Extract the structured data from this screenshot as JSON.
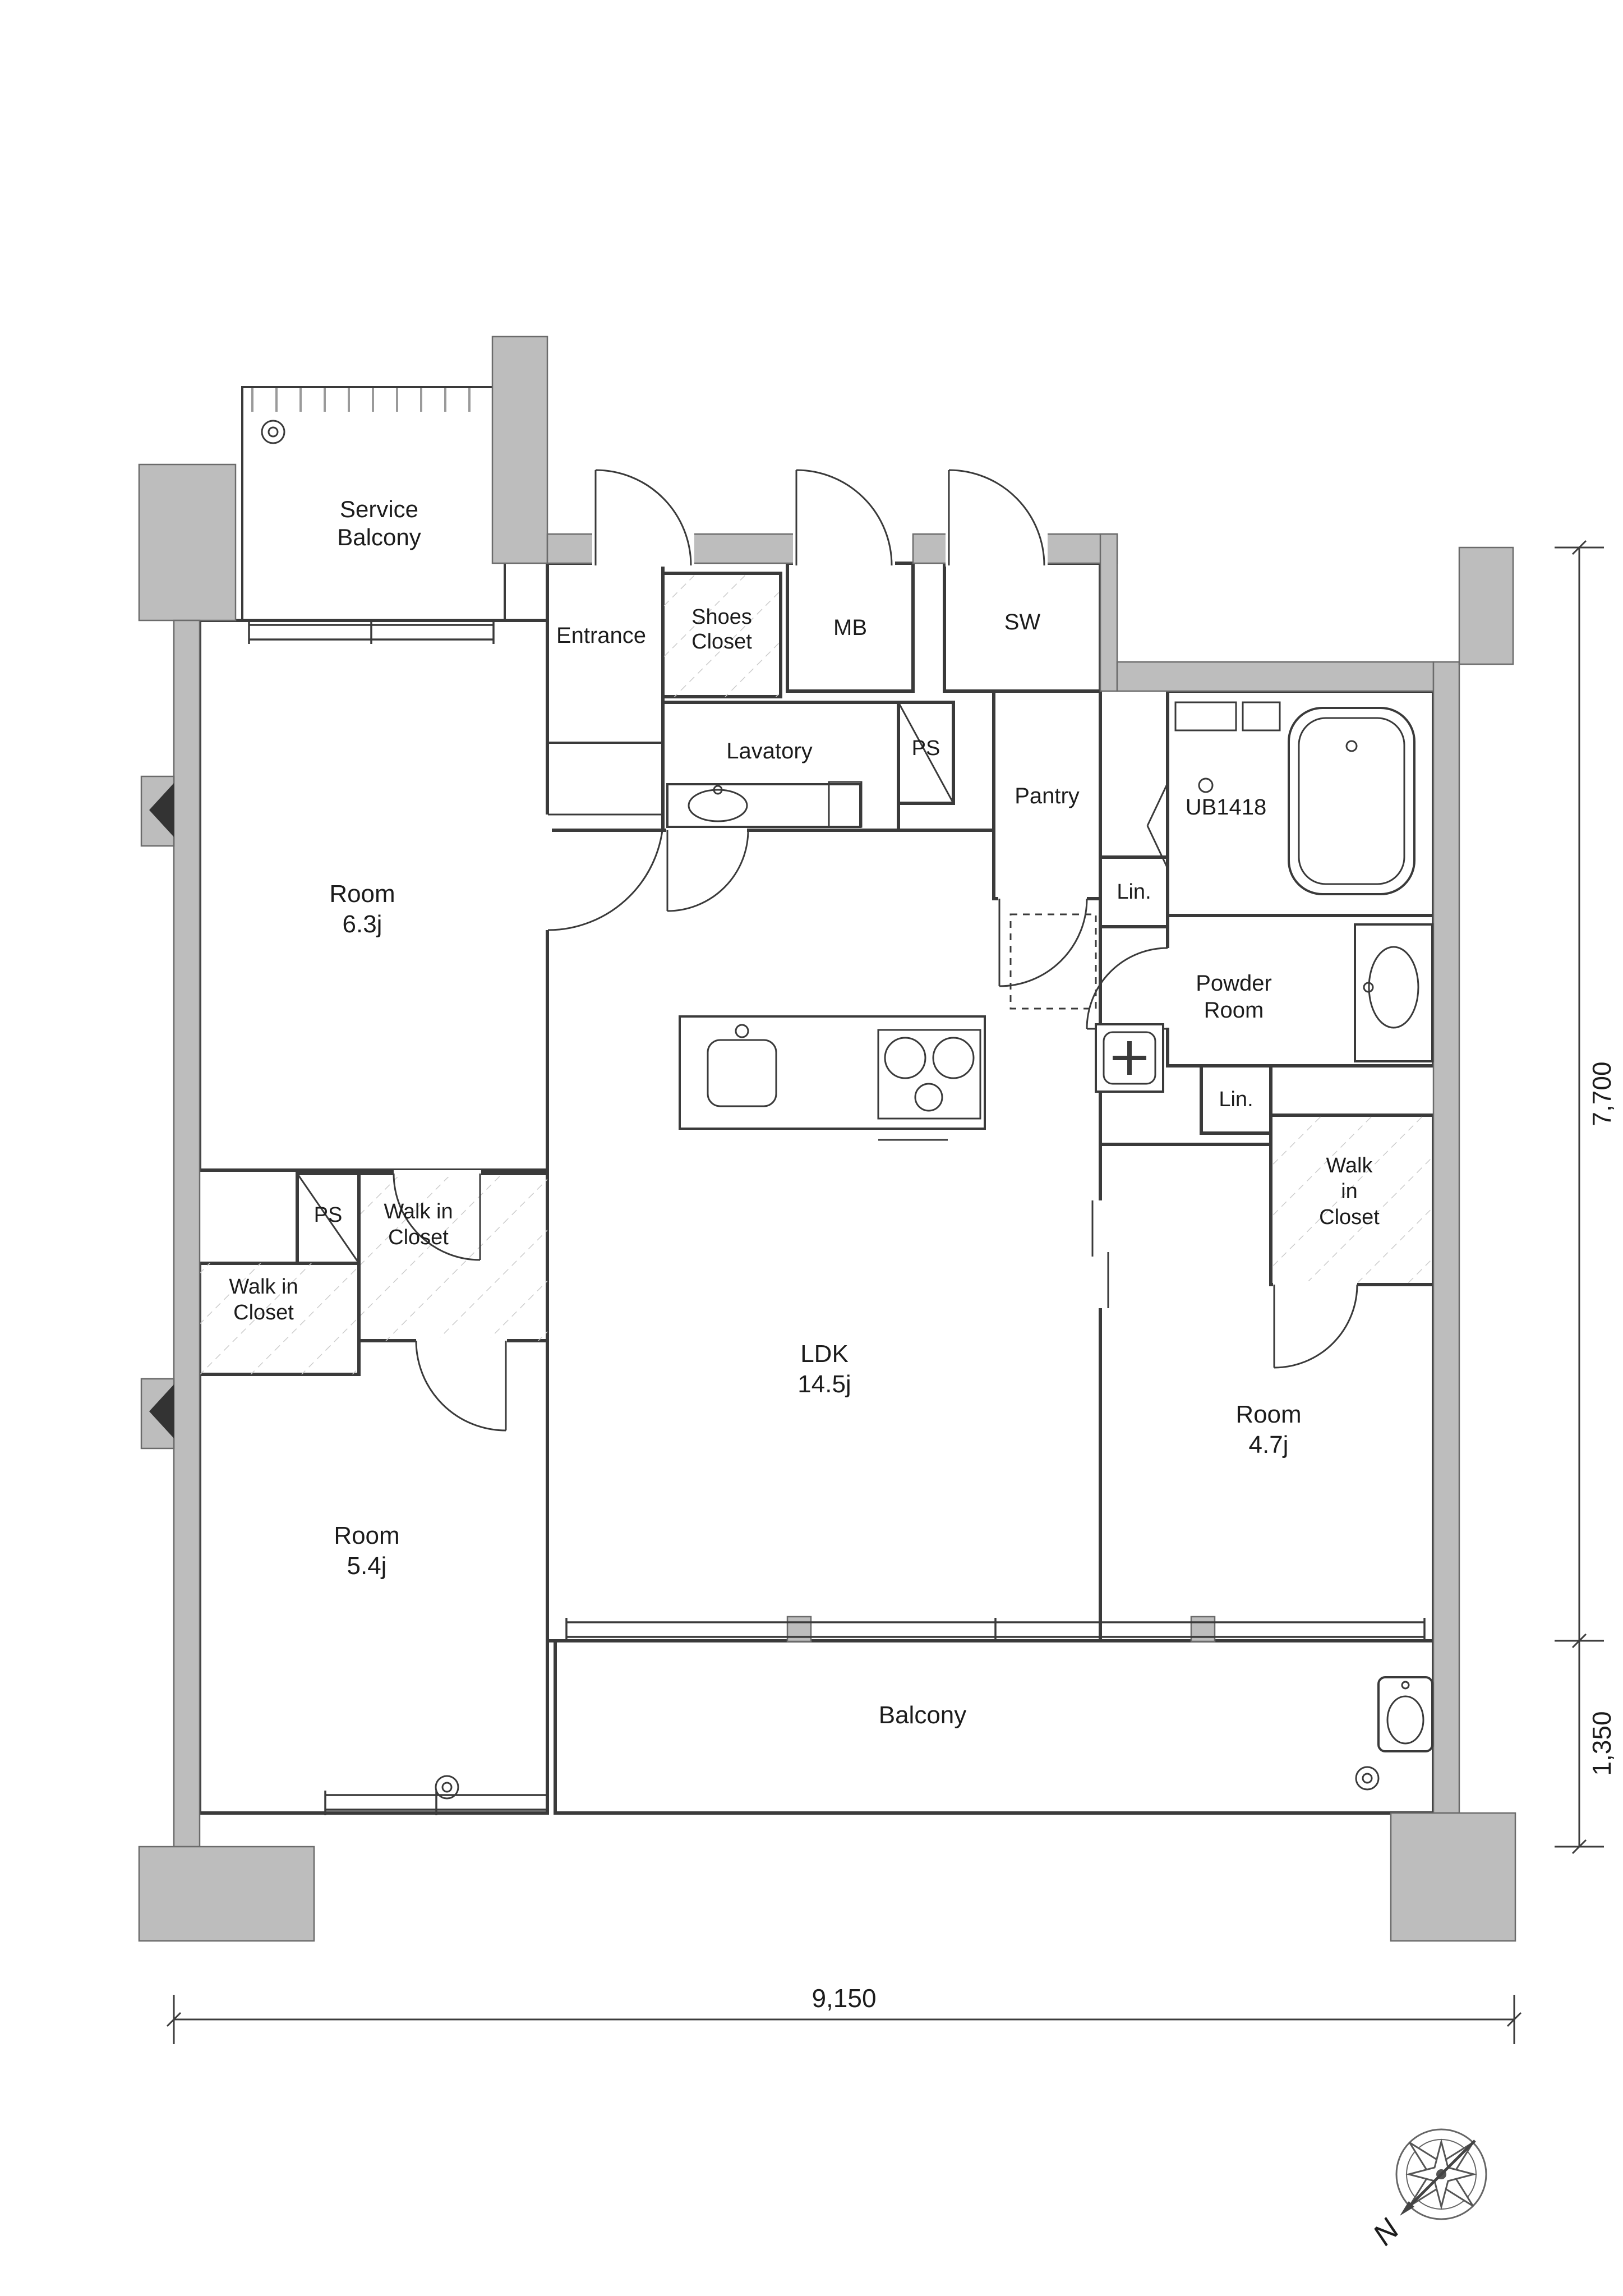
{
  "labels": {
    "service_balcony_1": "Service",
    "service_balcony_2": "Balcony",
    "entrance": "Entrance",
    "shoes_closet_1": "Shoes",
    "shoes_closet_2": "Closet",
    "mb": "MB",
    "sw": "SW",
    "lavatory": "Lavatory",
    "ps_upper": "PS",
    "pantry": "Pantry",
    "lin_upper": "Lin.",
    "unit_bath": "UB1418",
    "room_63_1": "Room",
    "room_63_2": "6.3j",
    "powder_1": "Powder",
    "powder_2": "Room",
    "lin_lower": "Lin.",
    "wic_right_1": "Walk",
    "wic_right_2": "in",
    "wic_right_3": "Closet",
    "ps_left": "PS",
    "wic_center_1": "Walk in",
    "wic_center_2": "Closet",
    "wic_left_1": "Walk in",
    "wic_left_2": "Closet",
    "ldk_1": "LDK",
    "ldk_2": "14.5j",
    "room_47_1": "Room",
    "room_47_2": "4.7j",
    "room_54_1": "Room",
    "room_54_2": "5.4j",
    "balcony": "Balcony"
  },
  "dimensions": {
    "width": "9,150",
    "height_main": "7,700",
    "height_balcony": "1,350"
  },
  "compass": {
    "north": "N"
  },
  "colors": {
    "wall": "#bdbdbd",
    "line": "#3a3a3a",
    "hatch": "#cccccc",
    "text": "#1c1c1c"
  }
}
